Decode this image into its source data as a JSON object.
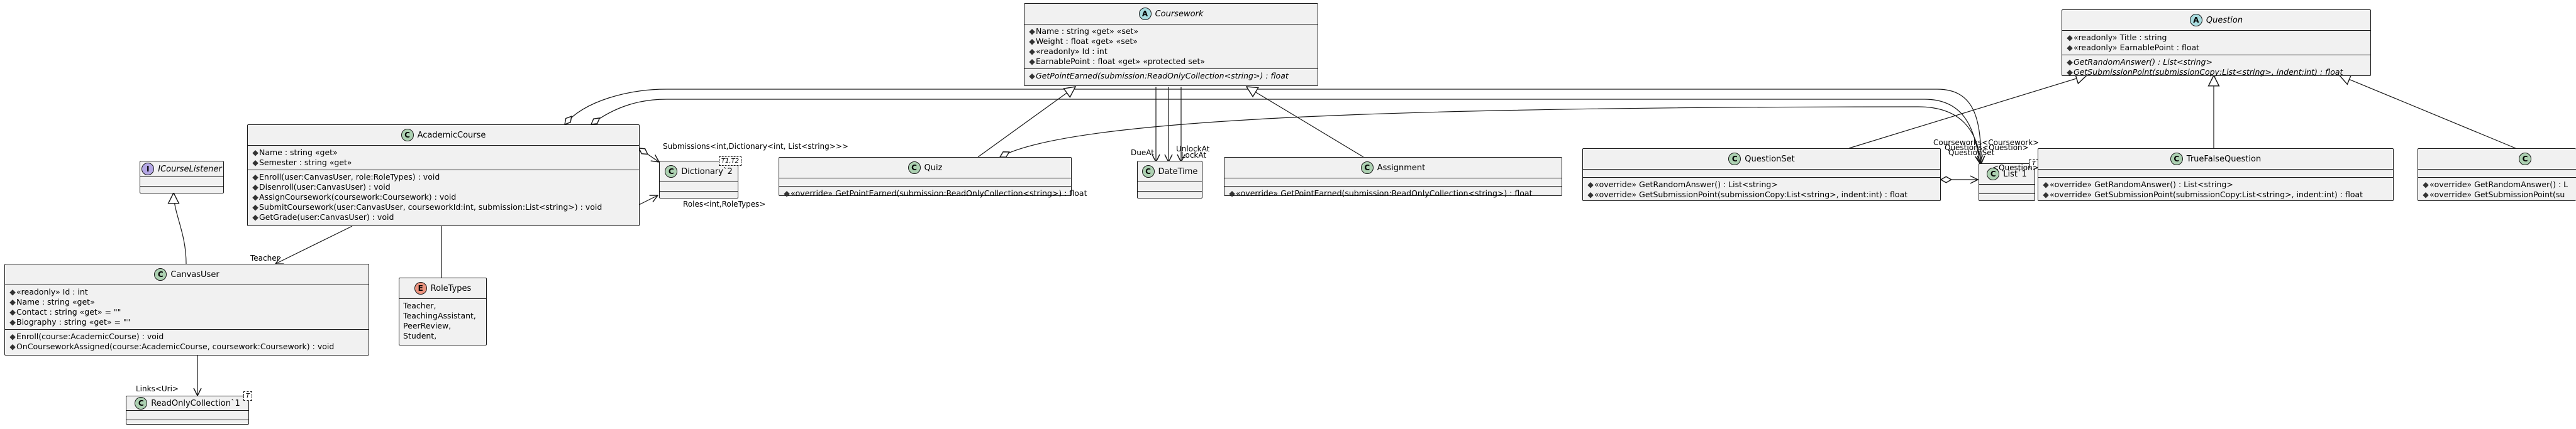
{
  "classes": {
    "coursework": {
      "name": "Coursework",
      "kind": "A",
      "fields": [
        "«readonly» Id : int",
        "Name : string «get» «set»",
        "Weight : float «get» «set»",
        "EarnablePoint : float «get» «protected set»"
      ],
      "methods": [
        "GetPointEarned(submission:ReadOnlyCollection<string>) : float"
      ]
    },
    "question": {
      "name": "Question",
      "kind": "A",
      "fields": [
        "«readonly» Title : string",
        "«readonly» EarnablePoint : float"
      ],
      "methods": [
        "GetRandomAnswer() : List<string>",
        "GetSubmissionPoint(submissionCopy:List<string>, indent:int) : float"
      ]
    },
    "academic_course": {
      "name": "AcademicCourse",
      "kind": "C",
      "fields": [
        "Name : string «get»",
        "Semester : string «get»"
      ],
      "methods": [
        "Enroll(user:CanvasUser, role:RoleTypes) : void",
        "Disenroll(user:CanvasUser) : void",
        "AssignCoursework(coursework:Coursework) : void",
        "SubmitCoursework(user:CanvasUser, courseworkId:int, submission:List<string>) : void",
        "GetGrade(user:CanvasUser) : void"
      ]
    },
    "dictionary": {
      "name": "Dictionary`2",
      "kind": "C",
      "tparam": "T1,T2"
    },
    "quiz": {
      "name": "Quiz",
      "kind": "C",
      "methods": [
        "«override» GetPointEarned(submission:ReadOnlyCollection<string>) : float"
      ]
    },
    "datetime": {
      "name": "DateTime",
      "kind": "C"
    },
    "assignment": {
      "name": "Assignment",
      "kind": "C",
      "methods": [
        "«override» GetPointEarned(submission:ReadOnlyCollection<string>) : float"
      ]
    },
    "question_set": {
      "name": "QuestionSet",
      "kind": "C",
      "methods": [
        "«override» GetRandomAnswer() : List<string>",
        "«override» GetSubmissionPoint(submissionCopy:List<string>, indent:int) : float"
      ]
    },
    "list": {
      "name": "List`1",
      "kind": "C",
      "tparam": "T"
    },
    "true_false_question": {
      "name": "TrueFalseQuestion",
      "kind": "C",
      "methods": [
        "«override» GetRandomAnswer() : List<string>",
        "«override» GetSubmissionPoint(submissionCopy:List<string>, indent:int) : float"
      ]
    },
    "cut_off_class": {
      "kind": "C",
      "name": "C",
      "methods": [
        "«override» GetRandomAnswer() : L",
        "«override» GetSubmissionPoint(su"
      ]
    },
    "icourse_listener": {
      "name": "ICourseListener",
      "kind": "I"
    },
    "canvas_user": {
      "name": "CanvasUser",
      "kind": "C",
      "fields": [
        "«readonly» Id : int",
        "Name : string «get»",
        "Contact : string «get» = \"\"",
        "Biography : string «get» = \"\""
      ],
      "methods": [
        "Enroll(course:AcademicCourse) : void",
        "OnCourseworkAssigned(course:AcademicCourse, coursework:Coursework) : void"
      ]
    },
    "role_types": {
      "name": "RoleTypes",
      "kind": "E",
      "values": [
        "Teacher,",
        "TeachingAssistant,",
        "PeerReview,",
        "Student,"
      ]
    },
    "readonly_collection": {
      "name": "ReadOnlyCollection`1",
      "kind": "C",
      "tparam": "T"
    }
  },
  "labels": {
    "submissions": "Submissions<int,Dictionary<int, List<string>>>",
    "roles": "Roles<int,RoleTypes>",
    "teacher": "Teacher",
    "links": "Links<Uri>",
    "due_at": "DueAt",
    "unlock_at": "UnlockAt",
    "lock_at": "LockAt",
    "courseworks": "Courseworks<Coursework>",
    "questions_a": "Questions<Question>",
    "question_set_lbl": "QuestionSet",
    "generic": "<Question>"
  }
}
